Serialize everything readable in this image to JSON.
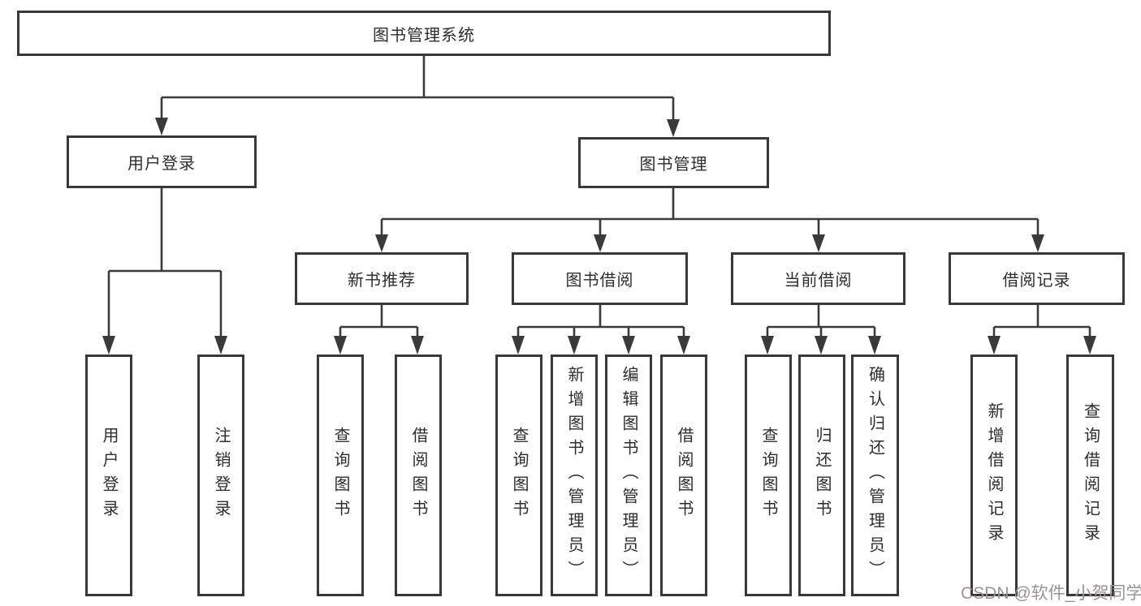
{
  "diagram": {
    "title": "图书管理系统",
    "nodes": {
      "root": "图书管理系统",
      "user_login": "用户登录",
      "book_mgmt": "图书管理",
      "new_books": "新书推荐",
      "book_borrow": "图书借阅",
      "current_borrow": "当前借阅",
      "borrow_records": "借阅记录"
    },
    "leaves": {
      "user_login": [
        "用户登录",
        "注销登录"
      ],
      "new_books": [
        "查询图书",
        "借阅图书"
      ],
      "book_borrow": [
        "查询图书",
        "新增图书（管理员）",
        "编辑图书（管理员）",
        "借阅图书"
      ],
      "current_borrow": [
        "查询图书",
        "归还图书",
        "确认归还（管理员）"
      ],
      "borrow_records": [
        "新增借阅记录",
        "查询借阅记录"
      ]
    }
  },
  "watermark": {
    "text": "CSDN @软件_小贺同学",
    "color": "#9b9295"
  },
  "colors": {
    "background": "#ffffff",
    "line": "#3a3a3a",
    "border": "#383838",
    "text": "#2d2d2d"
  }
}
